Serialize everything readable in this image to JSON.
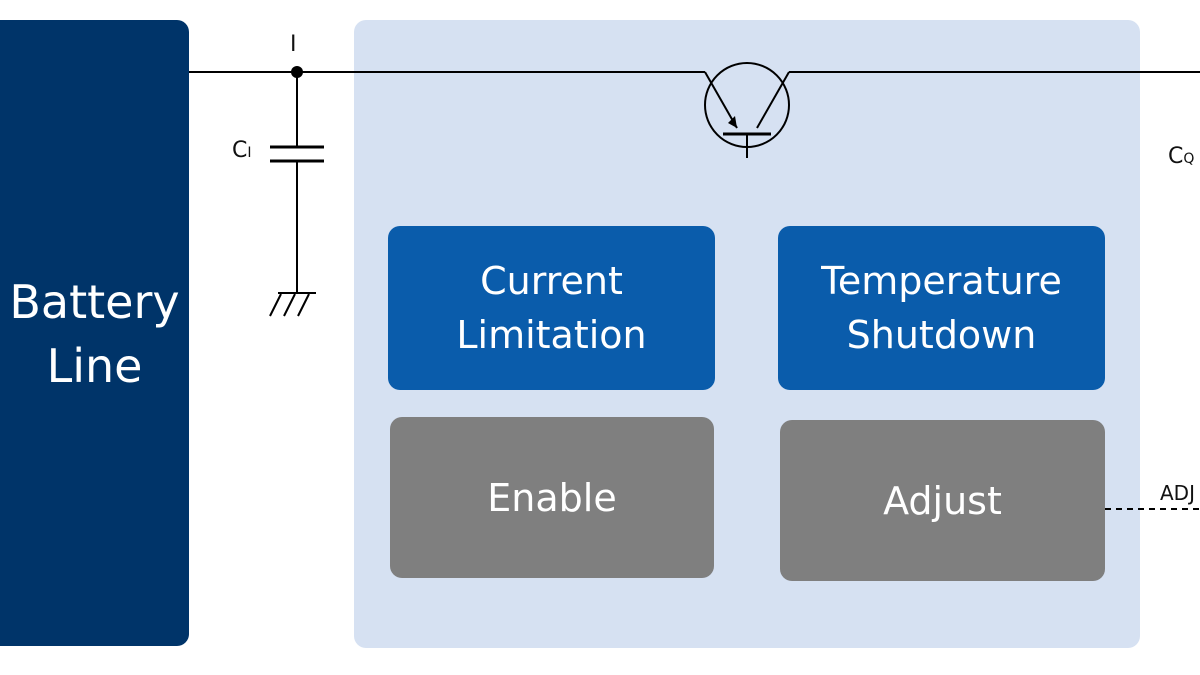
{
  "battery": {
    "line1": "Battery",
    "line2": "Line"
  },
  "input": {
    "node_label": "I",
    "cap_label": "C",
    "cap_sub": "I"
  },
  "output": {
    "cap_label": "C",
    "cap_sub": "Q",
    "adj_pin_label": "ADJ"
  },
  "blocks": {
    "current_limitation": {
      "line1": "Current",
      "line2": "Limitation"
    },
    "temperature_shutdown": {
      "line1": "Temperature",
      "line2": "Shutdown"
    },
    "enable": {
      "label": "Enable"
    },
    "adjust": {
      "label": "Adjust"
    }
  },
  "colors": {
    "battery": "#003469",
    "chip_background": "#d6e1f2",
    "function_block": "#0a5cab",
    "control_block": "#7f7f7f"
  },
  "icons": [
    "pnp-transistor-icon",
    "capacitor-icon",
    "ground-icon"
  ]
}
